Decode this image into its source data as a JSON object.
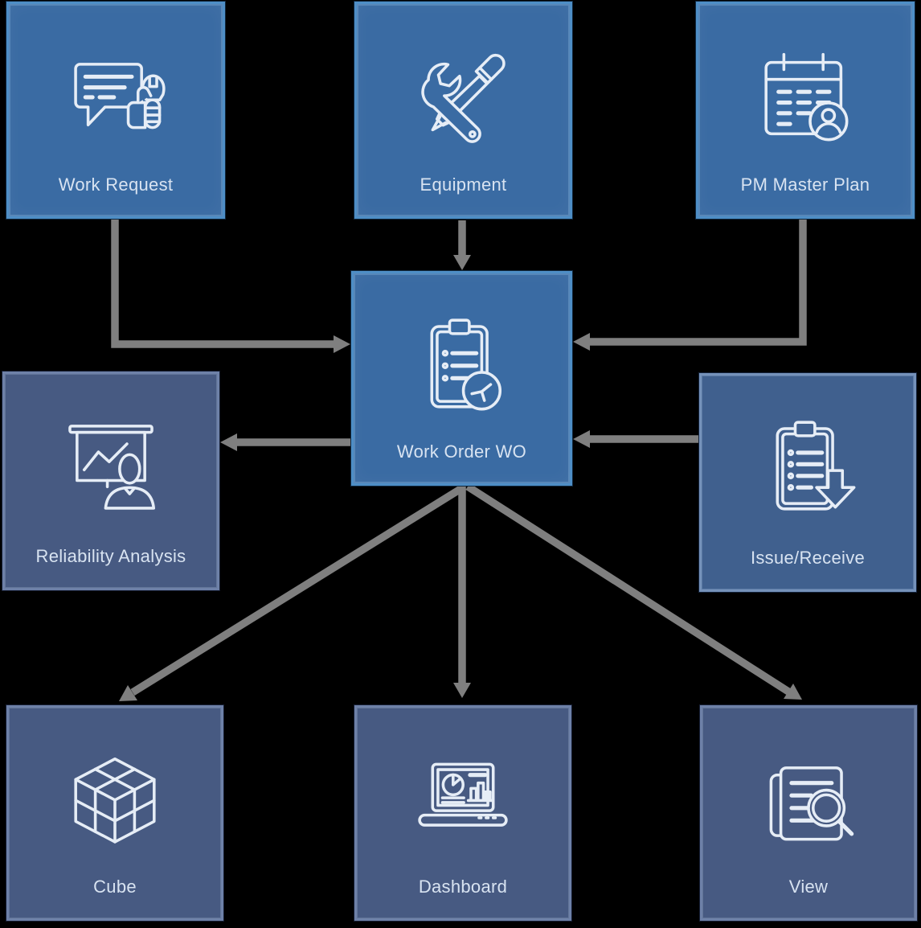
{
  "diagram": {
    "nodes": [
      {
        "id": "work-request",
        "label": "Work Request",
        "icon": "work-request-icon"
      },
      {
        "id": "equipment",
        "label": "Equipment",
        "icon": "equipment-icon"
      },
      {
        "id": "pm-master-plan",
        "label": "PM Master Plan",
        "icon": "pm-master-plan-icon"
      },
      {
        "id": "work-order",
        "label": "Work Order WO",
        "icon": "work-order-icon"
      },
      {
        "id": "reliability-analysis",
        "label": "Reliability Analysis",
        "icon": "reliability-analysis-icon"
      },
      {
        "id": "issue-receive",
        "label": "Issue/Receive",
        "icon": "issue-receive-icon"
      },
      {
        "id": "cube",
        "label": "Cube",
        "icon": "cube-icon"
      },
      {
        "id": "dashboard",
        "label": "Dashboard",
        "icon": "dashboard-icon"
      },
      {
        "id": "view",
        "label": "View",
        "icon": "view-icon"
      }
    ],
    "edges": [
      {
        "from": "work-request",
        "to": "work-order"
      },
      {
        "from": "equipment",
        "to": "work-order"
      },
      {
        "from": "pm-master-plan",
        "to": "work-order"
      },
      {
        "from": "issue-receive",
        "to": "work-order"
      },
      {
        "from": "work-order",
        "to": "reliability-analysis"
      },
      {
        "from": "work-order",
        "to": "cube"
      },
      {
        "from": "work-order",
        "to": "dashboard"
      },
      {
        "from": "work-order",
        "to": "view"
      }
    ],
    "colors": {
      "background": "#000000",
      "primary_tile": "#3a6ba3",
      "primary_border": "#4e8ec6",
      "secondary_tile": "#475a82",
      "secondary_border": "#6e81a8",
      "issue_tile": "#40608e",
      "issue_border": "#7592ba",
      "arrow": "#7f7f7f",
      "label_text": "#d8e3f1",
      "icon_stroke": "#e6edf6"
    }
  }
}
